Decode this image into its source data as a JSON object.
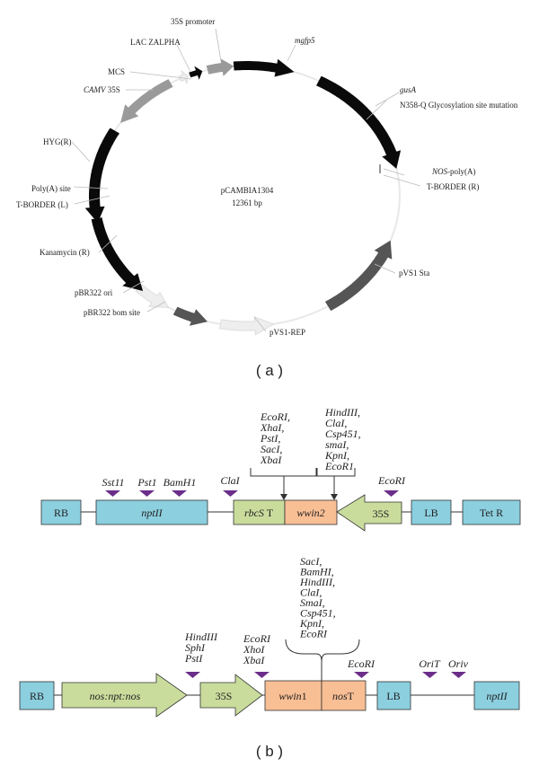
{
  "panel_a": {
    "caption": "( a )",
    "plasmid_name": "pCAMBIA1304",
    "plasmid_size": "12361 bp",
    "labels": {
      "promoter_35s": "35S promoter",
      "lac_zalpha": "LAC ZALPHA",
      "mcs": "MCS",
      "camv_35s_it": "CAMV",
      "camv_35s_rest": " 35S",
      "hyg": "HYG(R)",
      "polya_site": "Poly(A) site",
      "tborder_l": "T-BORDER (L)",
      "kanamycin": "Kanamycin (R)",
      "pbr322_ori": "pBR322 ori",
      "pbr322_bom": "pBR322 bom site",
      "pvs1_rep": "pVS1-REP",
      "pvs1_sta": "pVS1 Sta",
      "tborder_r": "T-BORDER (R)",
      "nos_it": "NOS",
      "nos_rest": "-poly(A)",
      "n358q": "N358-Q Glycosylation site mutation",
      "gusa": "gusA",
      "mgfp5": "mgfp5"
    },
    "colors": {
      "black_arrow": "#0a0a0a",
      "grey_arrow": "#9a9a9a",
      "dark_grey_arrow": "#555555",
      "light_arrow": "#eeeeee",
      "backbone": "#e8e8e8"
    }
  },
  "panel_b": {
    "caption": "( b )",
    "construct1": {
      "rb": "RB",
      "nptII": "nptII",
      "rbcs_it": "rbcS",
      "rbcs_rest": " T",
      "wwin2": "wwin2",
      "p35s": "35S",
      "lb": "LB",
      "tetr": "Tet R",
      "sites": {
        "sst11": "Sst11",
        "pst1": "Pst1",
        "bamh1": "BamH1",
        "clal": "ClaI",
        "ecori": "EcoRI"
      },
      "mcs1": [
        "EcoRI,",
        "XhaI,",
        "PstI,",
        "SacI,",
        "XbaI"
      ],
      "mcs2": [
        "HindIII,",
        "ClaI,",
        "Csp451,",
        "smaI,",
        "KpnI,",
        "EcoR1"
      ]
    },
    "construct2": {
      "rb": "RB",
      "nosnpt": "nos:npt:nos",
      "p35s": "35S",
      "wwin1_it": "wwin",
      "wwin1_rest": "1",
      "nost_it": "nos",
      "nost_rest": "T",
      "lb": "LB",
      "nptII": "nptII",
      "sites": {
        "ecori_right": "EcoRI",
        "orit": "OriT",
        "oriv": "Oriv"
      },
      "left_sites": [
        "HindIII",
        "SphI",
        "PstI"
      ],
      "mid_sites": [
        "EcoRI",
        "XhoI",
        "XbaI"
      ],
      "mcs": [
        "SacI,",
        "BamHI,",
        "HindIII,",
        "ClaI,",
        "SmaI,",
        "Csp451,",
        "KpnI,",
        "EcoRI"
      ]
    },
    "colors": {
      "blue_box": "#8ccfdf",
      "green_box": "#c9dc9c",
      "orange_box": "#f8be94",
      "site_marker": "#6b2e8a",
      "line": "#333333"
    }
  }
}
